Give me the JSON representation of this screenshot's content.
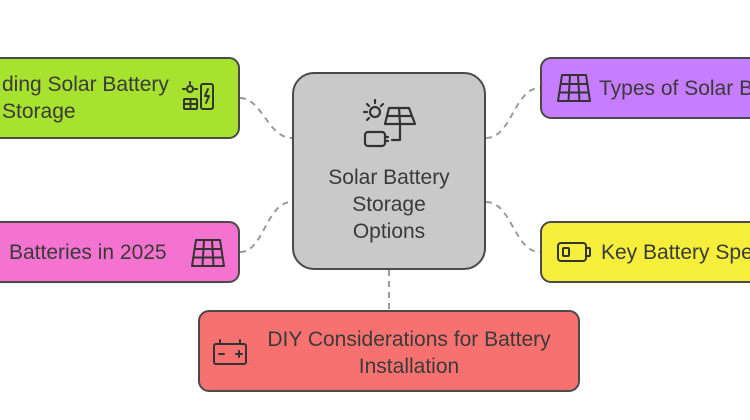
{
  "center": {
    "line1": "Solar Battery",
    "line2": "Storage",
    "line3": "Options",
    "icon": "solar-panel-battery-icon",
    "color": "#c9c9c9"
  },
  "nodes": {
    "understanding": {
      "line1": "ding Solar Battery",
      "line2": "Storage",
      "icon": "solar-battery-icon",
      "color": "#a6e22e"
    },
    "types": {
      "label": "Types of Solar B",
      "icon": "solar-panel-icon",
      "color": "#c77dff"
    },
    "best": {
      "label": "Batteries in 2025",
      "icon": "solar-panel-icon",
      "color": "#f472d0"
    },
    "specs": {
      "label": "Key Battery Spe",
      "icon": "battery-icon",
      "color": "#f5ef3b"
    },
    "diy": {
      "line1": "DIY Considerations for Battery",
      "line2": "Installation",
      "icon": "car-battery-icon",
      "color": "#f87171"
    }
  }
}
